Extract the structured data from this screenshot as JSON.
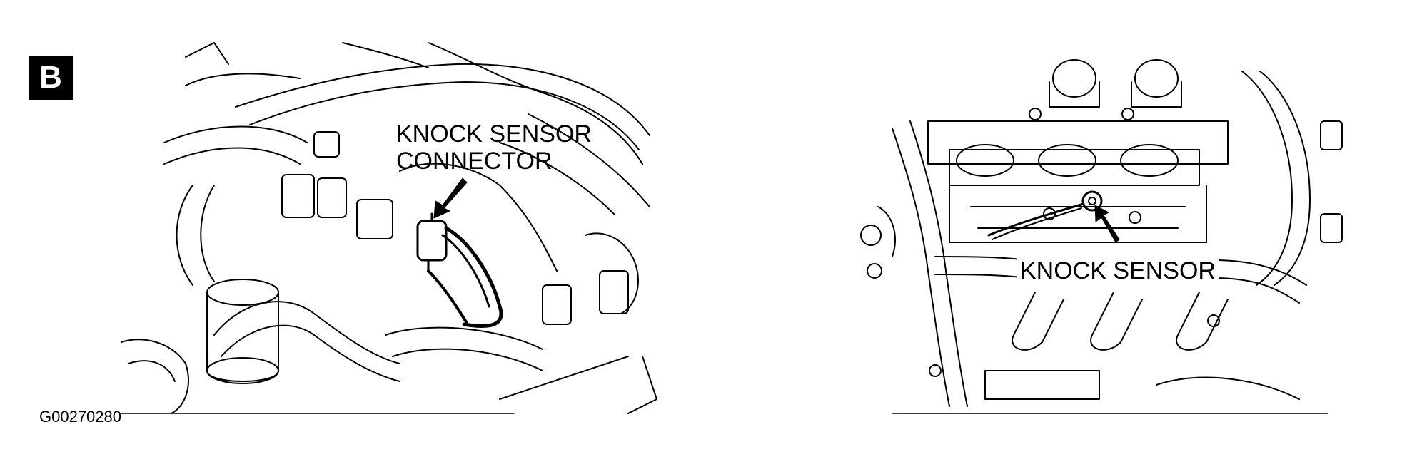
{
  "badge": {
    "label": "B"
  },
  "figure_id": "G00270280",
  "left_panel": {
    "callout_line1": "KNOCK SENSOR",
    "callout_line2": "CONNECTOR"
  },
  "right_panel": {
    "callout": "KNOCK SENSOR"
  },
  "colors": {
    "ink": "#000000",
    "paper": "#ffffff"
  }
}
